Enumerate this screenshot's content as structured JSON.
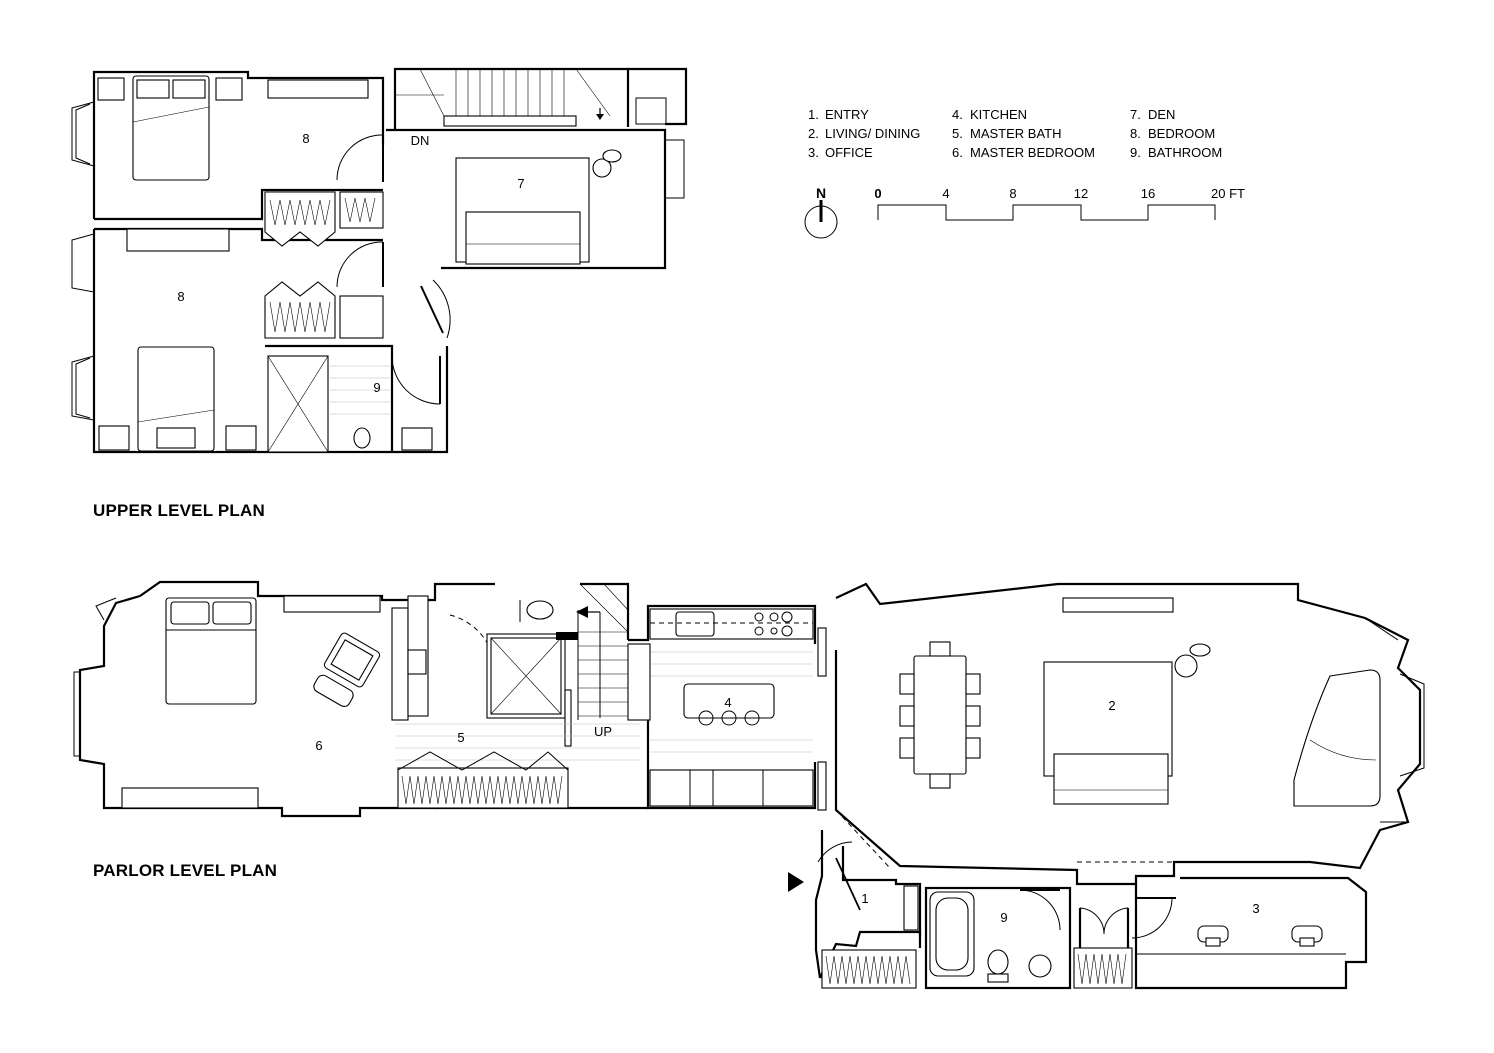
{
  "legend": [
    {
      "num": "1.",
      "name": "ENTRY"
    },
    {
      "num": "2.",
      "name": "LIVING/ DINING"
    },
    {
      "num": "3.",
      "name": "OFFICE"
    },
    {
      "num": "4.",
      "name": "KITCHEN"
    },
    {
      "num": "5.",
      "name": "MASTER BATH"
    },
    {
      "num": "6.",
      "name": "MASTER BEDROOM"
    },
    {
      "num": "7.",
      "name": "DEN"
    },
    {
      "num": "8.",
      "name": "BEDROOM"
    },
    {
      "num": "9.",
      "name": "BATHROOM"
    }
  ],
  "north_label": "N",
  "scale": {
    "ticks": [
      "0",
      "4",
      "8",
      "12",
      "16",
      "20 FT"
    ]
  },
  "upper_plan": {
    "title": "UPPER LEVEL PLAN",
    "stair_label": "DN",
    "rooms": {
      "bedroom_a": "8",
      "bedroom_b": "8",
      "den": "7",
      "bathroom": "9"
    }
  },
  "parlor_plan": {
    "title": "PARLOR LEVEL PLAN",
    "stair_label": "UP",
    "rooms": {
      "entry": "1",
      "living": "2",
      "office": "3",
      "kitchen": "4",
      "bath": "5",
      "bedroom": "6",
      "bathroom": "9"
    }
  }
}
